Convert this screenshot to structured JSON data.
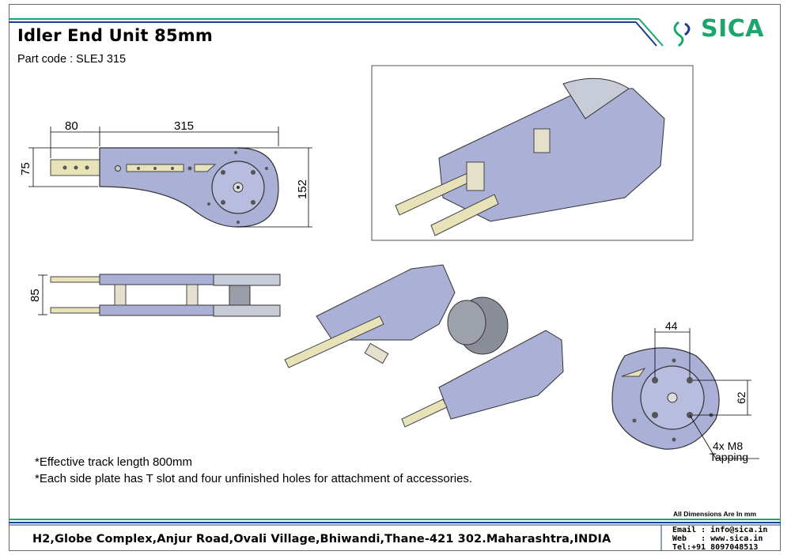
{
  "header": {
    "title": "Idler End Unit 85mm",
    "part_code": "Part code : SLEJ 315",
    "logo_text": "SICA",
    "brand_color": "#1aa66c",
    "accent_blue": "#1d3c8c"
  },
  "drawing": {
    "dims_top": {
      "a": "80",
      "b": "315",
      "height_left": "75",
      "height_right": "152"
    },
    "dims_side": {
      "width": "85"
    },
    "dims_wheel": {
      "a": "44",
      "b": "62",
      "callout_line1": "4x M8",
      "callout_line2": "Tapping"
    }
  },
  "notes": [
    "*Effective track length 800mm",
    "*Each side plate has T slot and four unfinished holes for attachment of accessories."
  ],
  "footer": {
    "all_dimensions": "All Dimensions Are In mm",
    "address": "H2,Globe Complex,Anjur Road,Ovali Village,Bhiwandi,Thane-421 302.Maharashtra,INDIA",
    "email": "Email : info@sica.in",
    "web": "Web   : www.sica.in",
    "tel": "Tel:+91 8097048513"
  }
}
